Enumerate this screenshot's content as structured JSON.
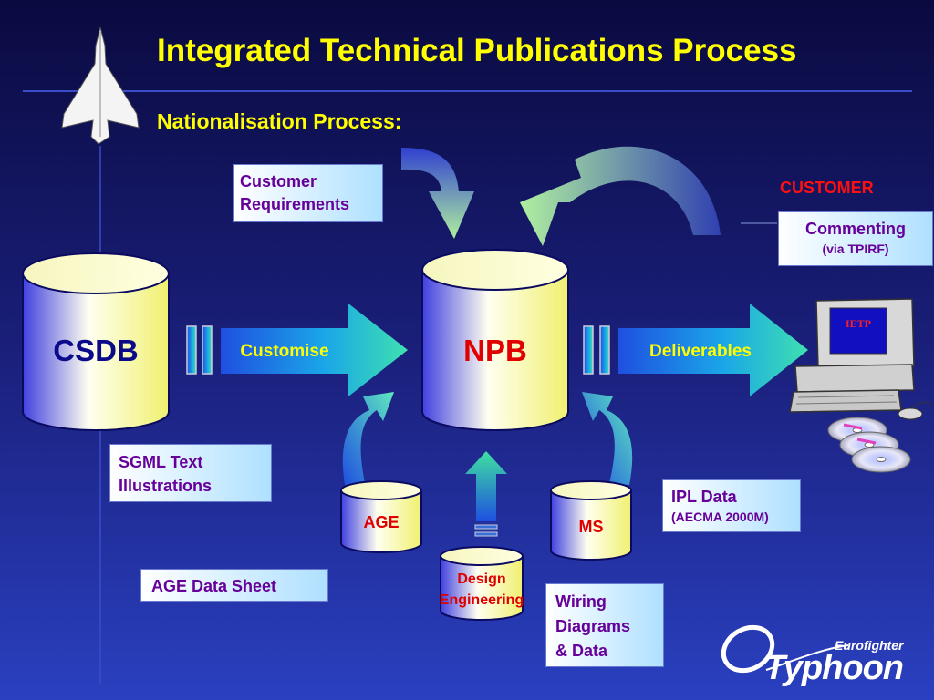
{
  "header": {
    "title": "Integrated Technical Publications Process",
    "subtitle": "Nationalisation Process:"
  },
  "nodes": {
    "csdb": "CSDB",
    "npb": "NPB",
    "age": "AGE",
    "ms": "MS",
    "design_line1": "Design",
    "design_line2": "Engineering"
  },
  "arrows": {
    "customise": "Customise",
    "deliverables": "Deliverables"
  },
  "boxes": {
    "customer_requirements": [
      "Customer",
      "Requirements"
    ],
    "sgml": [
      "SGML Text",
      "Illustrations"
    ],
    "age_data_sheet": "AGE Data Sheet",
    "ipl_line1": "IPL Data",
    "ipl_line2": "(AECMA 2000M)",
    "wiring": [
      "Wiring",
      "Diagrams",
      "& Data"
    ],
    "commenting_line1": "Commenting",
    "commenting_line2": "(via TPIRF)"
  },
  "customer_label": "CUSTOMER",
  "computer_screen_label": "IETP",
  "logo": {
    "brand_small": "Eurofighter",
    "brand_large": "Typhoon"
  },
  "colors": {
    "title": "#ffff00",
    "box_text": "#660099",
    "node_text": "#0a0a8a",
    "npb_text": "#e00000",
    "customer": "#ff1010",
    "arrow_green": "#2fdca0"
  }
}
